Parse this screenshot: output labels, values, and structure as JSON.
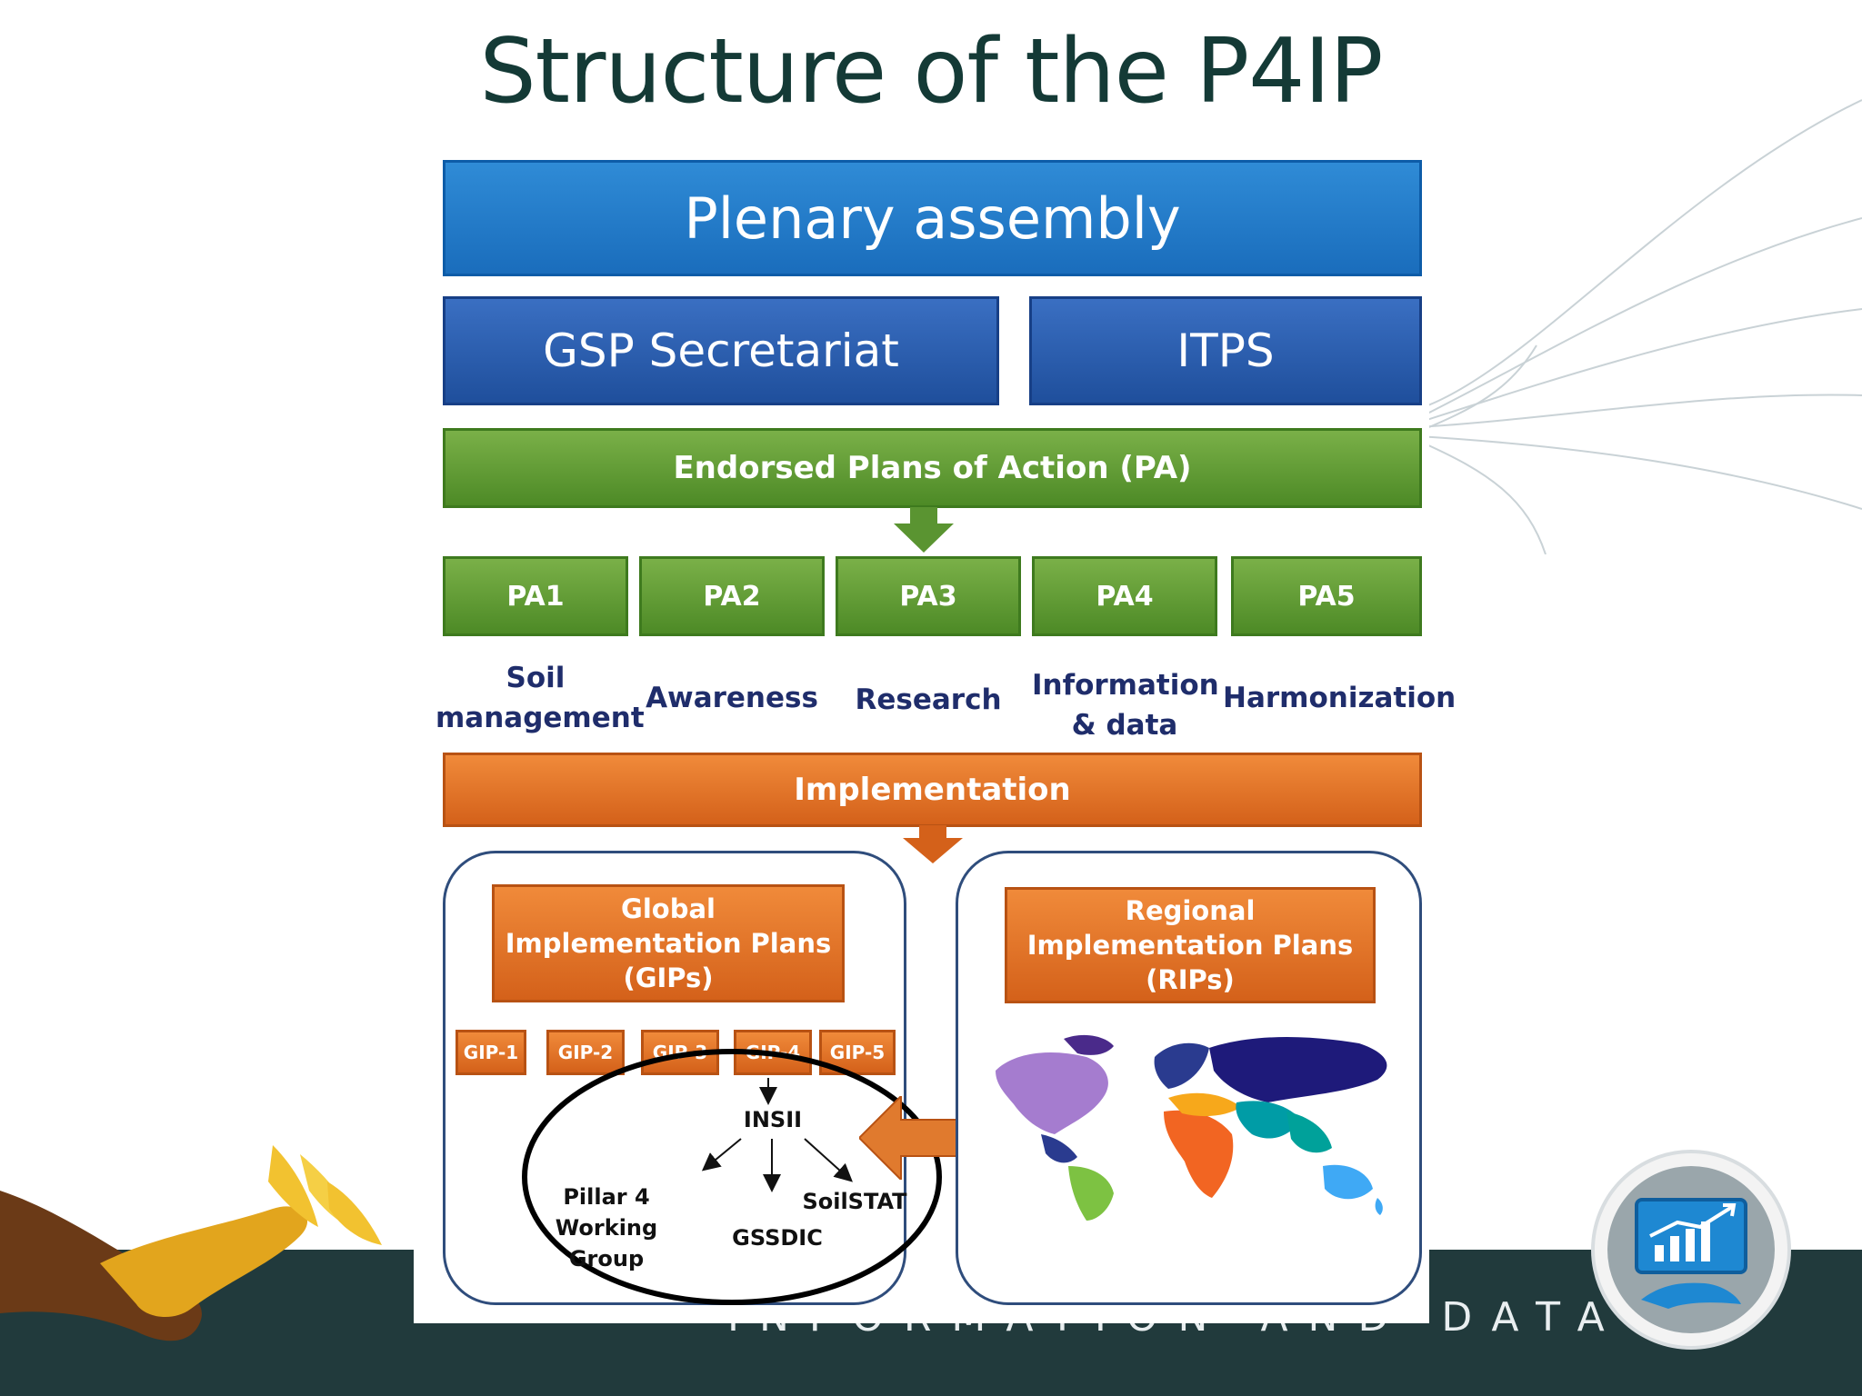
{
  "title": "Structure of the P4IP",
  "footer": {
    "text": "INFORMATION AND DATA"
  },
  "diagram": {
    "plenary": "Plenary assembly",
    "secretariat": "GSP Secretariat",
    "itps": "ITPS",
    "endorsed": "Endorsed Plans of Action (PA)",
    "pas": [
      {
        "code": "PA1",
        "label": "Soil management"
      },
      {
        "code": "PA2",
        "label": "Awareness"
      },
      {
        "code": "PA3",
        "label": "Research"
      },
      {
        "code": "PA4",
        "label": "Information & data"
      },
      {
        "code": "PA5",
        "label": "Harmonization"
      }
    ],
    "implementation": "Implementation",
    "global_plans": "Global Implementation Plans (GIPs)",
    "regional_plans": "Regional Implementation Plans (RIPs)",
    "gips": [
      "GIP-1",
      "GIP-2",
      "GIP-3",
      "GIP-4",
      "GIP-5"
    ],
    "insii": "INSII",
    "pillar4": "Pillar 4 Working Group",
    "gssdic": "GSSDIC",
    "soilstat": "SoilSTAT"
  },
  "colors": {
    "title": "#143a36",
    "blue_primary": "#1a6dbc",
    "blue_secondary": "#1f4f9c",
    "green": "#4d8a26",
    "orange": "#d4611a",
    "label_text": "#1f2d6b",
    "footer_band": "#213a3c"
  }
}
